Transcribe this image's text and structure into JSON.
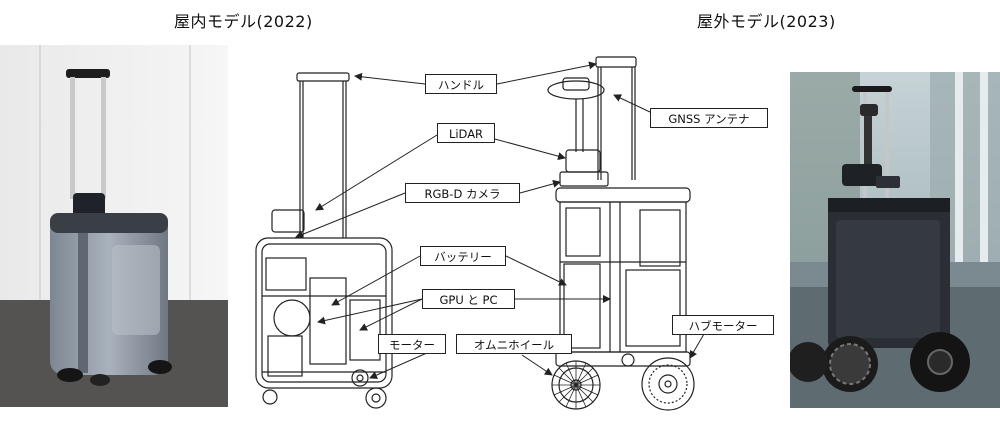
{
  "titles": {
    "indoor": "屋内モデル(2022)",
    "outdoor": "屋外モデル(2023)"
  },
  "labels": {
    "handle": "ハンドル",
    "gnss": "GNSS アンテナ",
    "lidar": "LiDAR",
    "rgbd": "RGB-D カメラ",
    "battery": "バッテリー",
    "gpu_pc": "GPU と PC",
    "hub_motor": "ハブモーター",
    "motor": "モーター",
    "omni_wheel": "オムニホイール"
  },
  "colors": {
    "indoor_body": "#8d97a3",
    "outdoor_body": "#2b2f35",
    "line": "#222222"
  }
}
